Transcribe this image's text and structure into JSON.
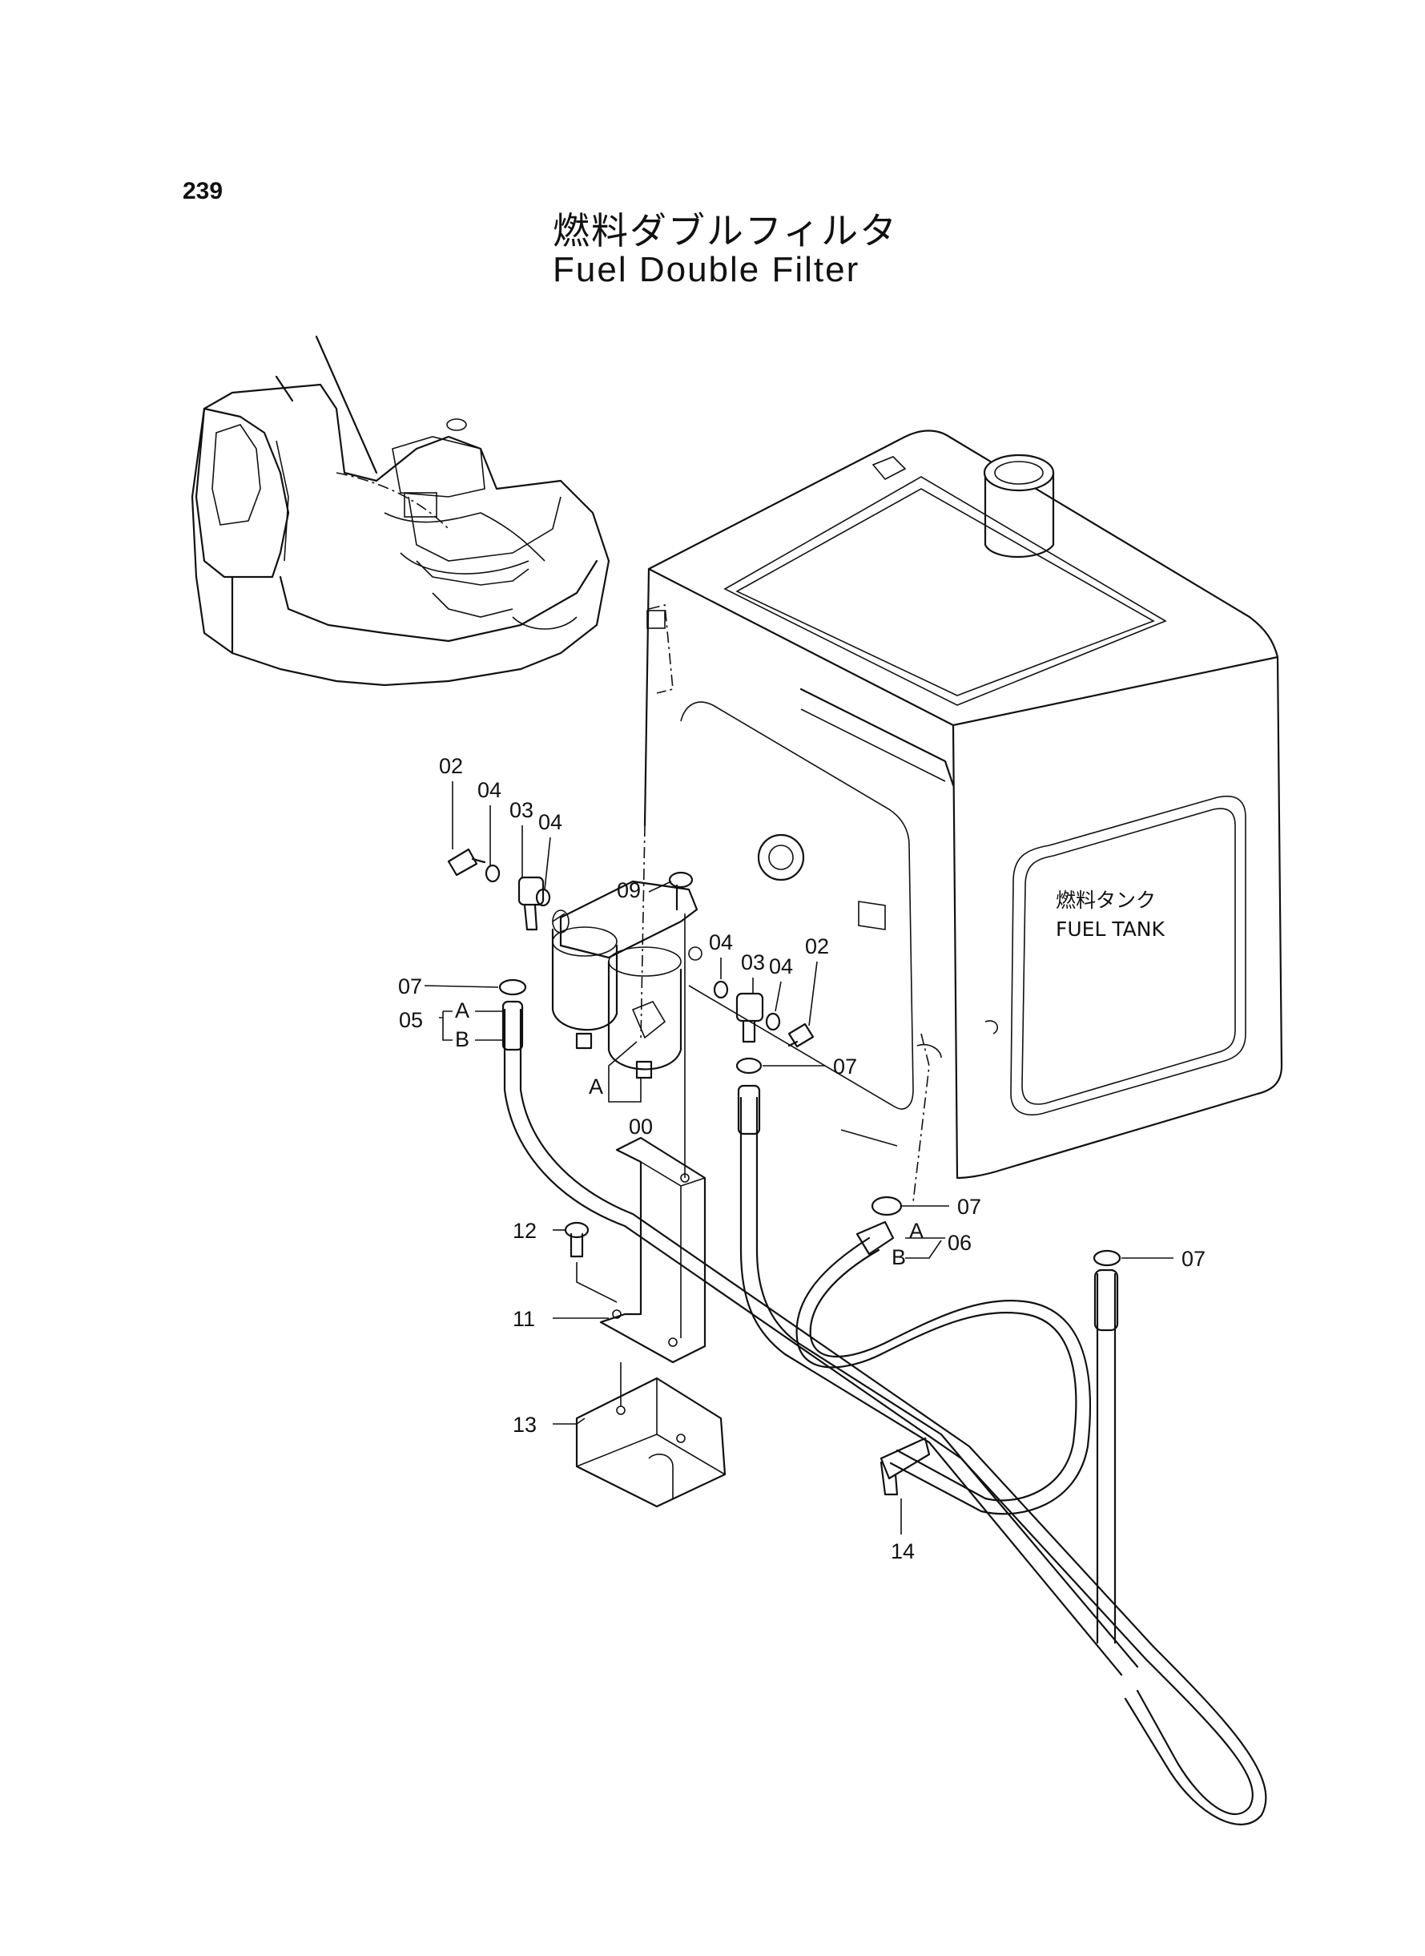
{
  "page_number": "239",
  "title": {
    "jp": "燃料ダブルフィルタ",
    "en": "Fuel Double Filter"
  },
  "tank_label": {
    "jp": "燃料タンク",
    "en": "FUEL TANK"
  },
  "callouts": {
    "c02_left": "02",
    "c04_left_a": "04",
    "c03_left": "03",
    "c04_left_b": "04",
    "c09": "09",
    "c07_left": "07",
    "c05": "05",
    "c05_a": "A",
    "c05_b": "B",
    "c04_right_a": "04",
    "c03_right": "03",
    "c04_right_b": "04",
    "c02_right": "02",
    "c07_mid": "07",
    "c00_a": "A",
    "c00": "00",
    "c07_lower": "07",
    "c06_a": "A",
    "c06_b": "B",
    "c06": "06",
    "c07_far": "07",
    "c12": "12",
    "c11": "11",
    "c13": "13",
    "c14": "14"
  }
}
